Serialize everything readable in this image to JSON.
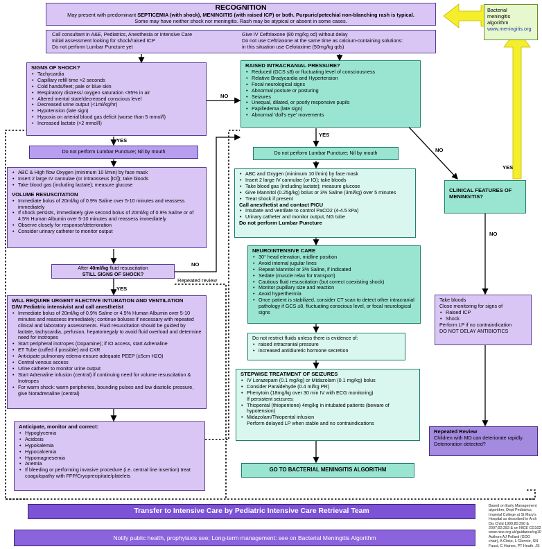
{
  "recognition": {
    "title": "RECOGNITION",
    "line1_pre": "May present with predominant ",
    "line1_bold": "SEPTICEMIA (with shock), MENINGITIS (with raised ICP) or both. Purpuric/petechial non-blanching rash is typical.",
    "line2": "Some may have neither shock nor meningitis. Rash may be atypical or absent in some cases."
  },
  "algorithm_link": {
    "line1": "Bacterial",
    "line2": "meningitis",
    "line3": "algorithm",
    "url": "www.meningitis.org"
  },
  "consult": {
    "left": [
      "Call consultant in A&E, Pediatrics, Anesthesia or Intensive Care",
      "Initial assessment looking for shock/raised ICP",
      "Do not perform Lumbar Puncture yet"
    ],
    "right": [
      "Give IV Ceftriaxone (80 mg/kg od) without delay",
      "Do not use Ceftriaxone at the same time as calcium-containing solutions:",
      "in this situation use Cefotaxime (50mg/kg qds)"
    ]
  },
  "shock": {
    "title": "SIGNS OF SHOCK?",
    "items": [
      "Tachycardia",
      "Capillary refill time >2 seconds",
      "Cold hands/feet; pale or blue skin",
      "Respiratory distress/ oxygen saturation <95% in air",
      "Altered mental state/decreased conscious level",
      "Decreased urine output (<1ml/kg/hr)",
      "Hypotension (late sign)",
      "Hypoxia on arterial blood gas deficit (worse than 5 mmol/l)",
      "Increased lactate (>2 mmol/l)"
    ]
  },
  "icp": {
    "title": "RAISED INTRACRANIAL PRESSURE?",
    "items": [
      "Reduced (GCS ≤8) or fluctuating level of consciousness",
      "Relative Bradycardia and Hypertension",
      "Focal neurological signs",
      "Abnormal posture or posturing",
      "Seizures",
      "Unequal, dilated, or poorly responsive pupils",
      "Papilledema (late sign)",
      "Abnormal 'doll's eye' movements"
    ]
  },
  "labels": {
    "no1": "NO",
    "yes1": "YES",
    "yes2": "YES",
    "no2": "NO",
    "yes3": "YES",
    "no3": "NO",
    "yes4": "YES",
    "no4": "NO",
    "repeated_review": "Repeated review"
  },
  "no_lp_left": "Do not perform Lumbar Puncture; Nil by mouth",
  "no_lp_right": "Do not perform Lumbar Puncture; Nil by mouth",
  "resus": {
    "items": [
      "ABC & High flow Oxygen (minimum 10 l/min) by face mask",
      "Insert 2 large IV cannulae (or intraosseus [IO]); take bloods",
      "Take blood gas (including lactate); measure glucose"
    ],
    "vol_title": "VOLUME RESUSCITATION",
    "vol_items": [
      "Immediate bolus of 20ml/kg of 0.9% Saline over 5-10 minutes and reassess immediately",
      "If shock persists, immediately give second bolus of 20ml/kg of 0.9% Saline or of 4.5% Human Albumin over 5-10 minutes and reassess immediately",
      "Observe closely for response/deterioration",
      "Consider urinary catheter to monitor output"
    ]
  },
  "after40": {
    "line1_pre": "After ",
    "line1_bold": "40ml/kg",
    "line1_post": " fluid resuscitation",
    "line2": "STILL SIGNS OF SHOCK?"
  },
  "intubation": {
    "title1": "WILL REQUIRE URGENT ELECTIVE INTUBATION AND VENTILATION",
    "title2": "D/W Pediatric intensivist and call anesthetist",
    "items": [
      "Immediate bolus of 20ml/kg of 0.9% Saline or 4.5% Human Albumin over 5-10 minutes and reassess immediately; continue boluses if necessary with repeated clinical and laboratory assessments. Fluid resuscitation should be guided by lactate, tachycardia, perfusion, hepatomegaly to avoid fluid overload and determine need for inotropes",
      "Start peripheral inotropes (Dopamine); if IO access, start Adrenaline",
      "ET Tube (cuffed if possible) and CXR",
      "Anticipate pulmonary edema-ensure adequate PEEP (≥5cm H2O)",
      "Central venous access",
      "Urine catheter to monitor urine output",
      "Start Adrenaline infusion (central) if continuing need for volume resuscitation & Inotropes",
      "For warm shock: warm peripheries, bounding pulses and low diastolic pressure, give Noradrenaline (central)"
    ]
  },
  "anticipate": {
    "title": "Anticipate, monitor and correct:",
    "items": [
      "Hypoglycemia",
      "Acidosis",
      "Hypokalemia",
      "Hypocalcemia",
      "Hypomagnesemia",
      "Anemia",
      "If bleeding or performing invasive procedure (i.e. central line insertion) treat coagulopathy with FFP/Cryoprecipitate/platelets"
    ]
  },
  "icp_mgmt": {
    "items": [
      "ABC and Oxygen (minimum 10 l/min) by face mask",
      "Insert 2 large IV cannulae (or IO); take bloods",
      "Take blood gas (including lactate); measure glucose",
      "Give Mannitol (0.25g/kg) bolus or 3% Saline (3ml/kg) over 5 minutes",
      "Treat shock if present"
    ],
    "picu_title": "Call anesthetist and contact PICU",
    "picu_items": [
      "Intubate and ventilate to control PaCO2 (4-4.5 kPa)",
      "Urinary catheter and monitor output, NG tube"
    ],
    "no_lp": "Do not perform Lumbar Puncture"
  },
  "neuro": {
    "title": "NEUROINTENSIVE CARE",
    "items": [
      "30° head elevation, midline position",
      "Avoid internal jugular lines",
      "Repeat Mannitol or 3% Saline, if indicated",
      "Sedate (muscle relax for transport)",
      "Cautious fluid resuscitation (but correct coexisting shock)",
      "Monitor pupillary size and reaction",
      "Avoid hyperthermia",
      "Once patient is stabilized, consider CT scan to detect other intracranial pathology if GCS ≤8, fluctuating conscious level, or focal neurological signs"
    ]
  },
  "fluids": {
    "title": "Do not restrict fluids unless there is evidence of:",
    "items": [
      "raised intracranial pressure",
      "increased antidiuretic hormone secretion"
    ]
  },
  "seizures": {
    "title": "STEPWISE TREATMENT OF SEIZURES",
    "items": [
      "IV Lorazepam (0.1 mg/kg) or Midazolam (0.1 mg/kg) bolus",
      "Consider Paraldehyde (0.4 ml/kg PR)",
      "Phenytoin (18mg/kg over 30 min IV with ECG monitoring)"
    ],
    "persist": "If persistent seizures:",
    "items2": [
      "Thiopental (thiopentone) 4mg/kg in intubated patients (beware of hypotension)",
      "Midazolam/Thiopental infusion"
    ],
    "tail": "Perform delayed LP when stable and no contraindications"
  },
  "goto": "GO TO BACTERIAL MENINGITIS ALGORITHM",
  "clinical": {
    "line1": "CLINICAL FEATURES OF",
    "line2": "MENINGITIS?"
  },
  "bloods": {
    "line1": "Take bloods",
    "line2": "Close monitoring for signs of",
    "items": [
      "Raised ICP",
      "Shock"
    ],
    "line3": "Perform LP if no contraindication",
    "line4": "DO NOT DELAY ANTIBIOTICS"
  },
  "review": {
    "title": "Repeated Review",
    "text": "Children with MD can deteriorate rapidly.  Deterioration detected?"
  },
  "transfer": "Transfer to Intensive Care by Pediatric Intensive Care Retrieval Team",
  "notify": "Notify public health, prophylaxis see; Long-term management: see on Bacterial Meningitis Algorithm",
  "credits": "Based on Early Management algorithm, Dept Pediatrics, Imperial College at St Mary's Hospital as described in Arch Dis Child 1999;80:290 & 2007;92:283 & on NICE CG102 www.nice.org.uk/guidance/cg102. Authors AJ Pollard (GDG chair), A Cloke, L Glennie, SN Faust, C Haines, PT Heath, JS Kroll, M Levin, I Maconochie, S McQueen, P Monk, S Nadel, N Ninis, MP Richardson, MJ Thompson, AP Thomson, D Turner",
  "colors": {
    "purple": "#d9c6f5",
    "purple_deep": "#7c52d6",
    "teal": "#9ae5d2",
    "teal_light": "#d9f6ef",
    "yellow_arrow": "#f5ee2a"
  }
}
